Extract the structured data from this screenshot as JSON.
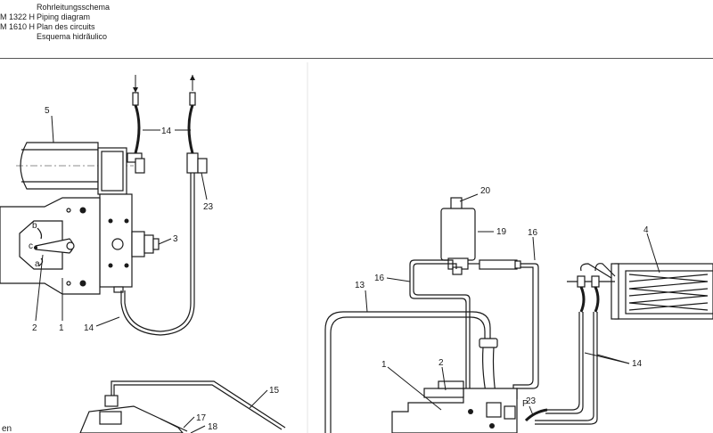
{
  "header": {
    "models": [
      "M 1322 H",
      "M 1610 H"
    ],
    "titles": [
      "Rohrleitungsschema",
      "Piping diagram",
      "Plan des circuits",
      "Esquema hidrãulico"
    ]
  },
  "labels": {
    "l1": "1",
    "l2": "2",
    "l3": "3",
    "l4": "4",
    "l5": "5",
    "l13": "13",
    "l14": "14",
    "l15": "15",
    "l16": "16",
    "l17": "17",
    "l18": "18",
    "l19": "19",
    "l20": "20",
    "l23": "23",
    "arm_a": "a",
    "arm_b": "b",
    "arm_c": "c",
    "pump_p": "P",
    "edge_fragment": "en"
  }
}
